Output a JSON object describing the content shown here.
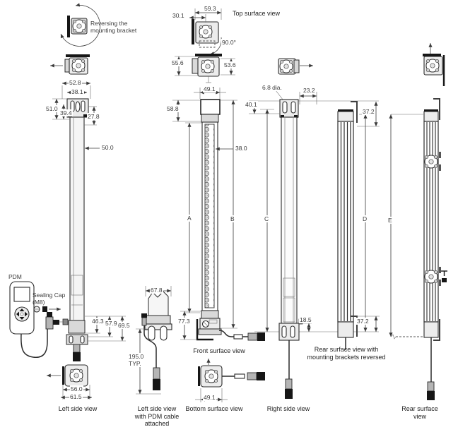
{
  "colors": {
    "line": "#3a3a3a",
    "outline": "#2b2b2b",
    "text": "#3a3a3a",
    "fill_light": "#ececec",
    "fill_dark": "#161616"
  },
  "annotations": {
    "reversing_bracket": "Reversing the\nmounting bracket",
    "pdm": "PDM",
    "sealing_cap": "Sealing Cap\n(M8)"
  },
  "views": {
    "top_surface": {
      "caption": "Top surface view"
    },
    "left_side": {
      "caption": "Left side view",
      "dims": {
        "w52_8": "52.8",
        "w38_1": "38.1",
        "h51_0": "51.0",
        "h39_4": "39.4",
        "h27_8": "27.8",
        "w50_0": "50.0",
        "h46_3": "46.3",
        "h57_9": "57.9",
        "h69_5": "69.5",
        "w56_0": "56.0",
        "w61_5": "61.5"
      }
    },
    "left_side_pdm": {
      "caption": "Left side view\nwith PDM cable\nattached",
      "dims": {
        "w67_8": "67.8",
        "cable": "195.0\nTYP."
      }
    },
    "front_surface": {
      "caption": "Front surface view",
      "dims": {
        "w59_3": "59.3",
        "w30_1": "30.1",
        "angle": "90.0°",
        "h55_6": "55.6",
        "h53_6": "53.6",
        "w49_1": "49.1",
        "h58_8": "58.8",
        "w38_0": "38.0",
        "h77_3": "77.3",
        "span_a": "A",
        "span_b": "B"
      }
    },
    "bottom_surface": {
      "caption": "Bottom surface view",
      "dims": {
        "w49_1": "49.1"
      }
    },
    "right_side": {
      "caption": "Right side view",
      "dims": {
        "dia6_8": "6.8 dia.",
        "h40_1": "40.1",
        "w23_2": "23.2",
        "h18_5": "18.5",
        "span_c": "C"
      }
    },
    "rear_reversed": {
      "caption": "Rear surface view with\nmounting brackets reversed",
      "dims": {
        "h37_2_top": "37.2",
        "h37_2_bottom": "37.2",
        "span_d": "D"
      }
    },
    "rear_surface": {
      "caption": "Rear surface view",
      "dims": {
        "span_e": "E"
      }
    }
  }
}
